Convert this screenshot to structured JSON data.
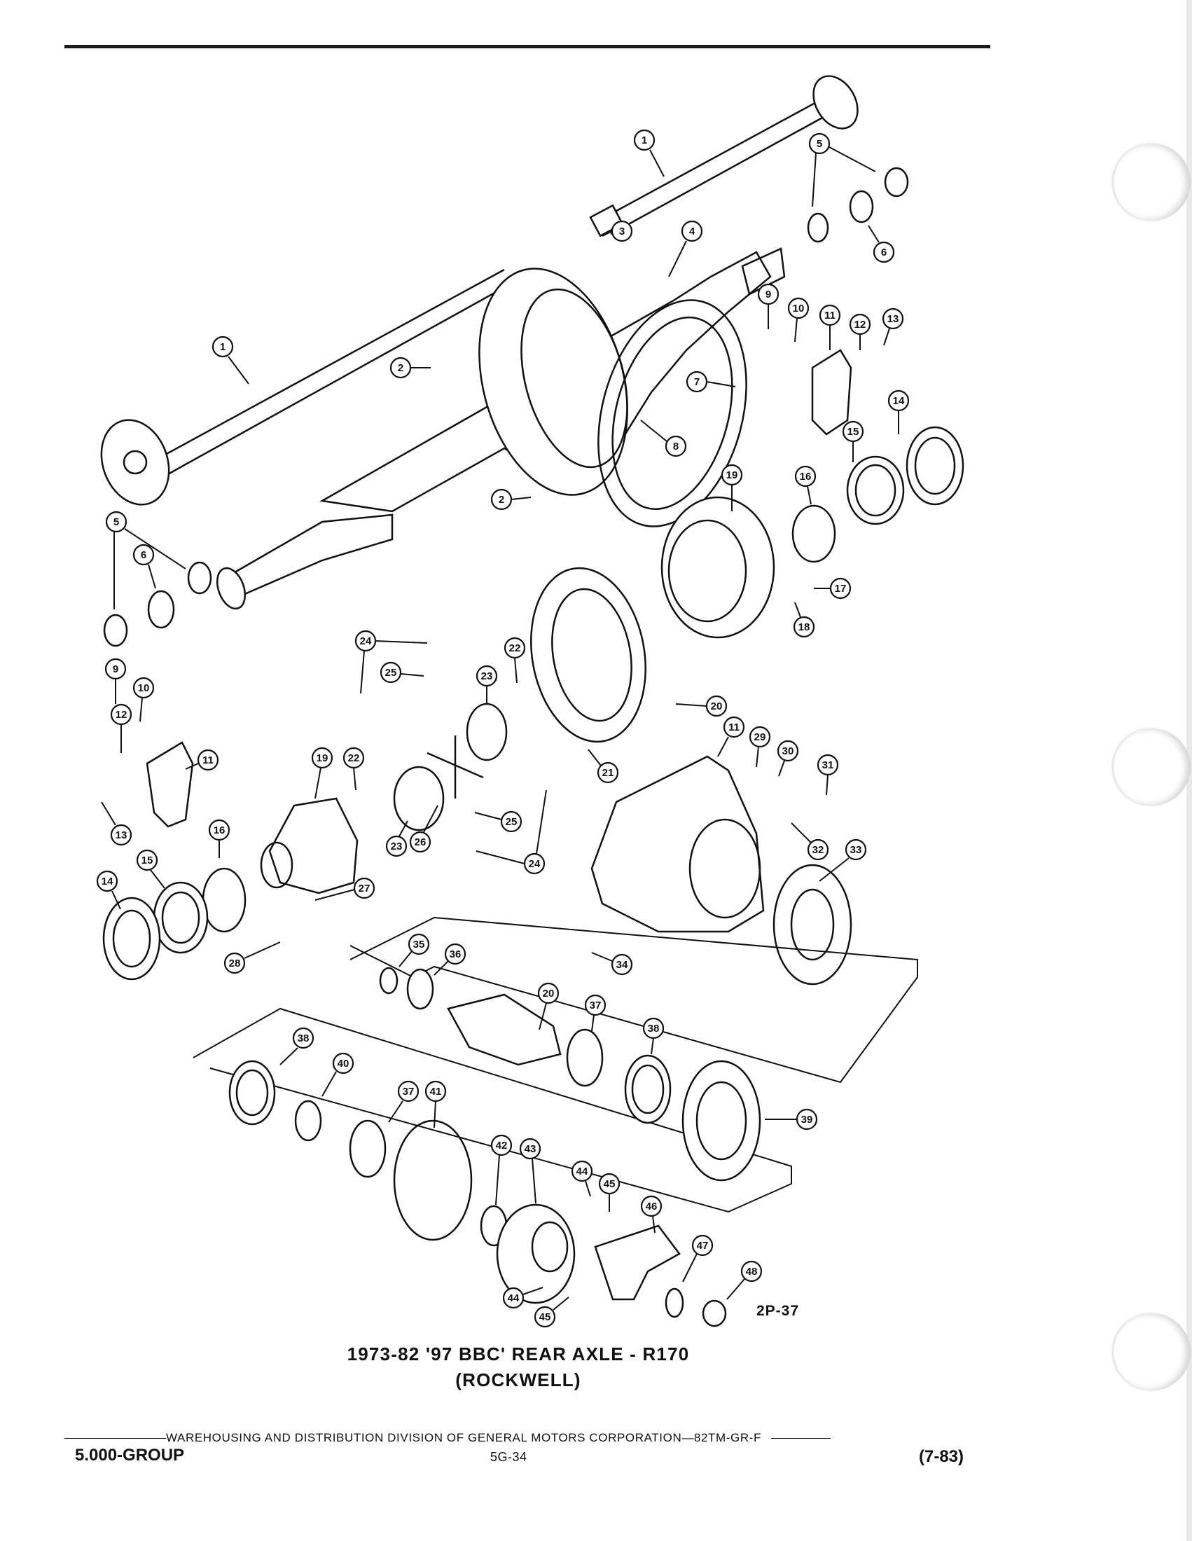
{
  "diagram": {
    "code": "2P-37",
    "title": "1973-82 '97 BBC' REAR AXLE - R170",
    "subtitle": "(ROCKWELL)"
  },
  "footer": {
    "division_line": "WAREHOUSING AND DISTRIBUTION  DIVISION OF GENERAL MOTORS CORPORATION—82TM-GR-F",
    "section": "5.000-GROUP",
    "page": "5G-34",
    "date_code": "(7-83)"
  },
  "callouts": [
    "1",
    "1",
    "2",
    "2",
    "3",
    "4",
    "5",
    "5",
    "6",
    "6",
    "7",
    "8",
    "9",
    "9",
    "10",
    "10",
    "11",
    "11",
    "11",
    "12",
    "12",
    "13",
    "13",
    "14",
    "14",
    "15",
    "15",
    "16",
    "16",
    "17",
    "18",
    "19",
    "19",
    "20",
    "20",
    "21",
    "22",
    "22",
    "23",
    "23",
    "24",
    "24",
    "24",
    "25",
    "25",
    "26",
    "27",
    "28",
    "29",
    "30",
    "31",
    "32",
    "33",
    "34",
    "35",
    "36",
    "37",
    "37",
    "38",
    "38",
    "39",
    "40",
    "41",
    "42",
    "43",
    "44",
    "44",
    "45",
    "45",
    "46",
    "47",
    "48"
  ]
}
